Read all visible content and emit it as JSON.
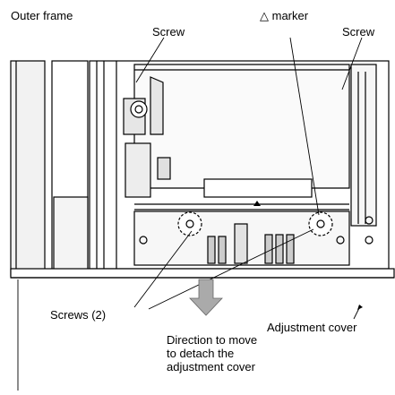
{
  "labels": {
    "outer_frame": "Outer frame",
    "marker": "△ marker",
    "screw_left": "Screw",
    "screw_right": "Screw",
    "screws": "Screws (2)",
    "adjustment_cover": "Adjustment cover",
    "direction_line1": "Direction to move",
    "direction_line2": "to detach the",
    "direction_line3": "adjustment cover"
  },
  "colors": {
    "ink": "#000000",
    "arrow_gray": "#aaaaaa",
    "panel_gray": "#d9d9d9"
  }
}
